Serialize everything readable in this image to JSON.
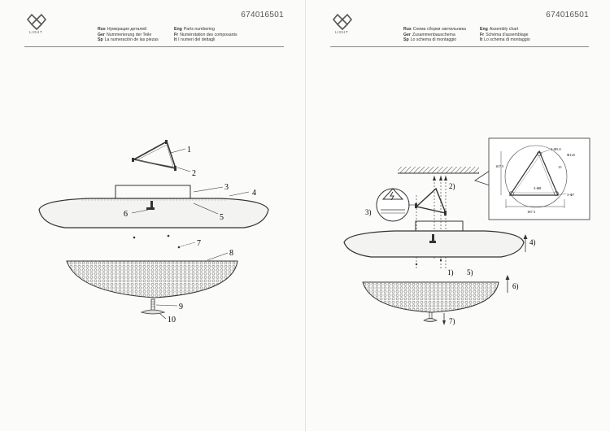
{
  "pages": [
    {
      "brand": "LIGHT",
      "doc_number": "674016501",
      "captions_left": [
        {
          "lang": "Rus",
          "text": "Нумерация деталей"
        },
        {
          "lang": "Ger",
          "text": "Nummerierung der Teile"
        },
        {
          "lang": "Sp",
          "text": "La numeración de las piezas"
        }
      ],
      "captions_right": [
        {
          "lang": "Eng",
          "text": "Parts numbering"
        },
        {
          "lang": "Fr",
          "text": "Numérotation des composants"
        },
        {
          "lang": "It",
          "text": "I numeri del dettagli"
        }
      ],
      "callouts": [
        "1",
        "2",
        "3",
        "4",
        "5",
        "6",
        "7",
        "8",
        "9",
        "10"
      ]
    },
    {
      "brand": "LIGHT",
      "doc_number": "674016501",
      "captions_left": [
        {
          "lang": "Rus",
          "text": "Схема сборки светильника"
        },
        {
          "lang": "Ger",
          "text": "Zusammenbauschema"
        },
        {
          "lang": "Sp",
          "text": "Lo schema di montaggio"
        }
      ],
      "captions_right": [
        {
          "lang": "Eng",
          "text": "Assembly chart"
        },
        {
          "lang": "Fr",
          "text": "Schéma d'assemblage"
        },
        {
          "lang": "It",
          "text": "Lo schema di montaggio"
        }
      ],
      "steps": [
        "1)",
        "2)",
        "3)",
        "4)",
        "5)",
        "6)",
        "7)"
      ],
      "dimensions": [
        "3-Φ5.0",
        "Φ125",
        "167.5",
        "15",
        "3-Φ8",
        "3-Φ7",
        "187.3"
      ]
    }
  ]
}
